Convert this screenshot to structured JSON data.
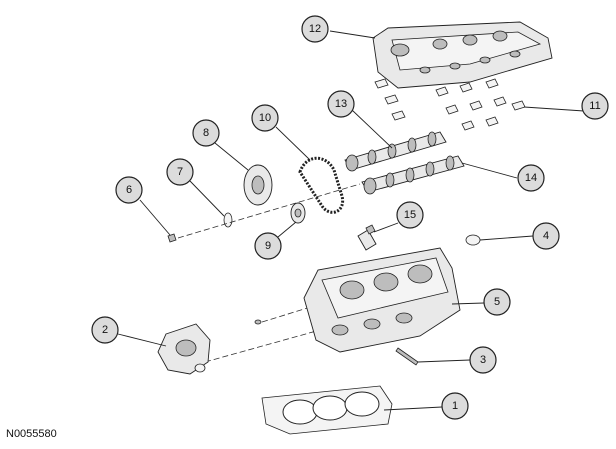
{
  "figure_code": "N0055580",
  "callouts": [
    {
      "number": "1"
    },
    {
      "number": "2"
    },
    {
      "number": "3"
    },
    {
      "number": "4"
    },
    {
      "number": "5"
    },
    {
      "number": "6"
    },
    {
      "number": "7"
    },
    {
      "number": "8"
    },
    {
      "number": "9"
    },
    {
      "number": "10"
    },
    {
      "number": "11"
    },
    {
      "number": "12"
    },
    {
      "number": "13"
    },
    {
      "number": "14"
    },
    {
      "number": "15"
    }
  ]
}
